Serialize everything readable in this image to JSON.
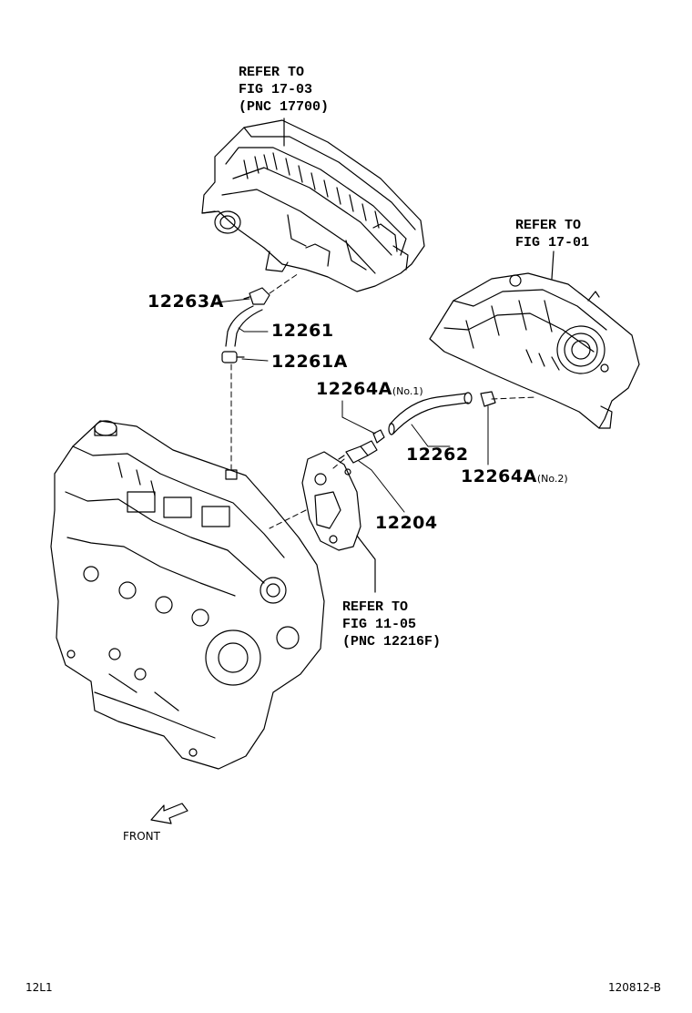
{
  "refs": {
    "air_cleaner": {
      "line1": "REFER TO",
      "line2": "FIG 17-03",
      "line3": "(PNC 17700)"
    },
    "intake_manifold": {
      "line1": "REFER TO",
      "line2": "FIG 17-01"
    },
    "cylinder_head_cover": {
      "line1": "REFER TO",
      "line2": "FIG 11-05",
      "line3": "(PNC 12216F)"
    }
  },
  "parts": {
    "p12263A": "12263A",
    "p12261": "12261",
    "p12261A": "12261A",
    "p12264A_no1": "12264A",
    "p12264A_no1_note": "(No.1)",
    "p12262": "12262",
    "p12264A_no2": "12264A",
    "p12264A_no2_note": "(No.2)",
    "p12204": "12204"
  },
  "front_label": "FRONT",
  "footer": {
    "left_code": "12L1",
    "right_code": "120812-B"
  }
}
